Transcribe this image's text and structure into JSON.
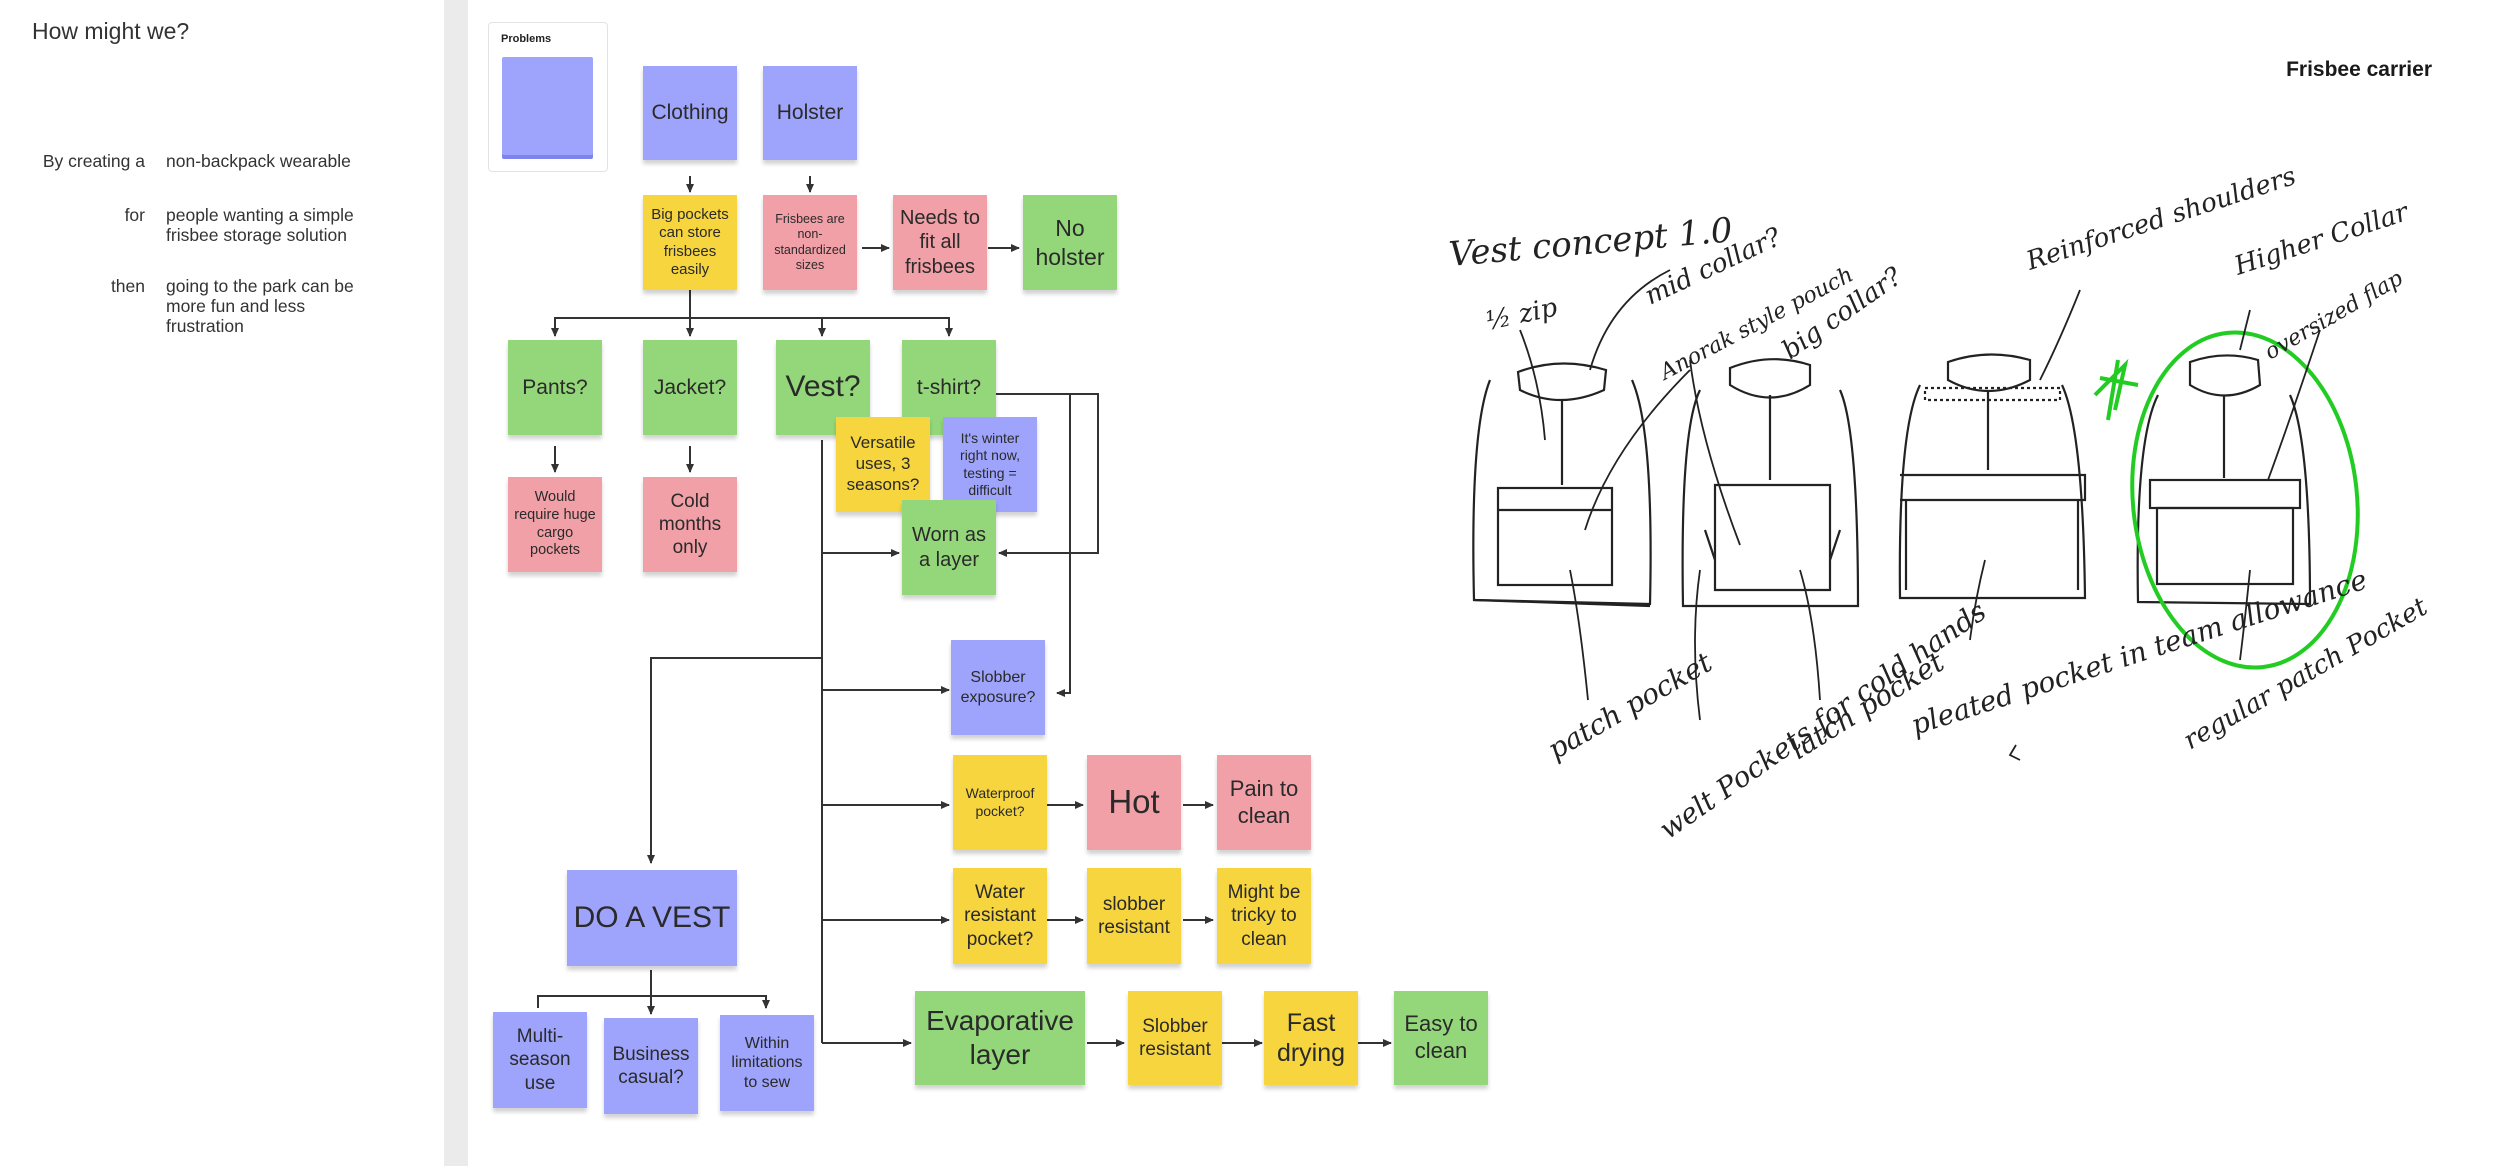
{
  "left_panel": {
    "title": "How might we?",
    "rows": [
      {
        "key": "By creating a",
        "value": "non-backpack wearable"
      },
      {
        "key": "for",
        "value": "people wanting a simple frisbee storage solution"
      },
      {
        "key": "then",
        "value": "going to the park can be more fun and less frustration"
      }
    ]
  },
  "board": {
    "thumbnail_label": "Problems",
    "frame_title": "Frisbee carrier",
    "notes": {
      "clothing": "Clothing",
      "holster": "Holster",
      "big_pockets": "Big pockets can store frisbees easily",
      "frisbees_sizes": "Frisbees are non-standardized sizes",
      "needs_fit": "Needs to fit all frisbees",
      "no_holster": "No holster",
      "pants": "Pants?",
      "jacket": "Jacket?",
      "vest": "Vest?",
      "tshirt": "t-shirt?",
      "cargo": "Would require huge cargo pockets",
      "cold_months": "Cold months only",
      "versatile": "Versatile uses, 3 seasons?",
      "winter": "It's winter right now, testing = difficult",
      "worn_layer": "Worn as a layer",
      "slobber_exposure": "Slobber exposure?",
      "waterproof_pocket": "Waterproof pocket?",
      "hot": "Hot",
      "pain_clean": "Pain to clean",
      "water_resistant": "Water resistant pocket?",
      "slobber_resistant_1": "slobber resistant",
      "tricky_clean": "Might be tricky to clean",
      "do_a_vest": "DO A VEST",
      "evaporative": "Evaporative layer",
      "slobber_resistant_2": "Slobber resistant",
      "fast_drying": "Fast drying",
      "easy_clean": "Easy to clean",
      "multi_season": "Multi-season use",
      "business_casual": "Business casual?",
      "within_limits": "Within limitations to sew"
    },
    "sketch": {
      "title": "Vest concept 1.0",
      "labels": {
        "mid_collar": "mid collar?",
        "half_zip": "½ zip",
        "anorak": "Anorak style pouch",
        "big_collar": "big collar?",
        "reinforced": "Reinforced shoulders",
        "higher_collar": "Higher Collar",
        "oversized_flap": "oversized flap",
        "patch_pocket": "patch pocket",
        "welt_pockets": "welt Pockets for cold hands",
        "latch_pocket": "latch pocket",
        "pleated_pocket": "pleated pocket in team allowance",
        "regular_patch": "regular patch Pocket"
      }
    },
    "colors": {
      "blue": "#9ea4fb",
      "yellow": "#f6d53e",
      "red": "#f2a0a8",
      "green": "#93d77a",
      "highlight": "#22cc22"
    }
  }
}
